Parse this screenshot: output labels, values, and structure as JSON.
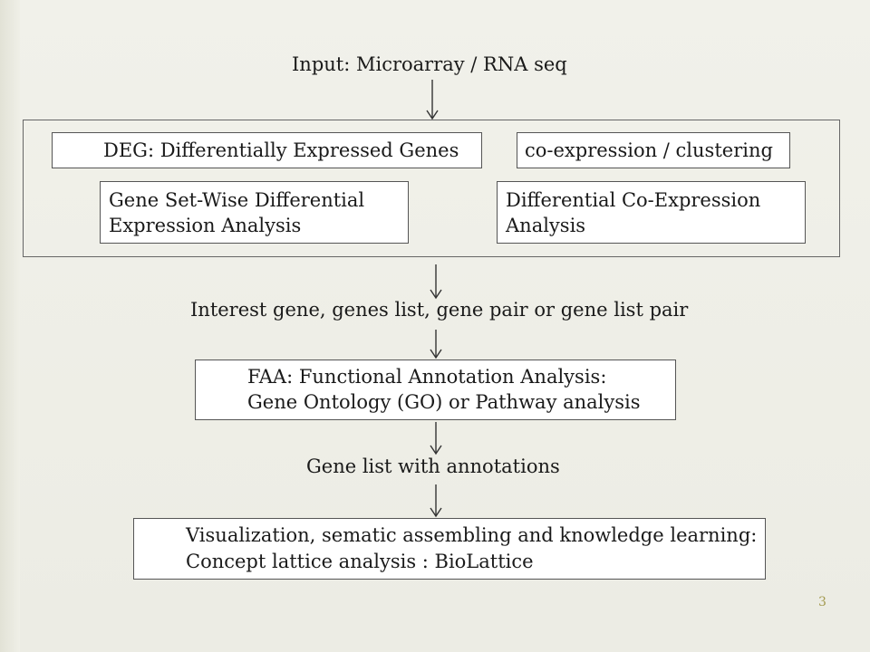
{
  "diagram": {
    "input_label": "Input: Microarray / RNA seq",
    "analysis_group": {
      "deg": "DEG: Differentially Expressed Genes",
      "coexpression": "co-expression / clustering",
      "gene_set_wise": [
        "Gene Set-Wise Differential",
        "Expression Analysis"
      ],
      "differential_coexpression": [
        "Differential Co-Expression",
        "Analysis"
      ]
    },
    "interest_label": "Interest gene, genes list, gene pair or gene list pair",
    "faa": [
      "FAA: Functional Annotation Analysis:",
      "Gene Ontology (GO) or Pathway analysis"
    ],
    "annotations_label": "Gene list with annotations",
    "visualization": [
      "Visualization, sematic assembling and knowledge learning:",
      "Concept lattice analysis : BioLattice"
    ]
  },
  "slide_number": "3"
}
